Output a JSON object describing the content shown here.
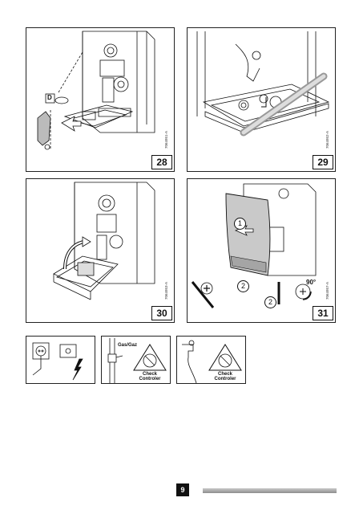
{
  "figures": [
    {
      "number": "28",
      "code": "7064951-A",
      "label_d": "D"
    },
    {
      "number": "29",
      "code": "7064952-A"
    },
    {
      "number": "30",
      "code": "7064953-A"
    },
    {
      "number": "31",
      "code": "7064957-A",
      "step1": "1",
      "step2": "2",
      "step2b": "2",
      "angle": "90°"
    }
  ],
  "icons": {
    "gas_label": "Gas/Gaz",
    "check_line1": "Check",
    "check_line2": "Controler",
    "check2_line1": "Check",
    "check2_line2": "Controler"
  },
  "page": {
    "number": "9"
  }
}
